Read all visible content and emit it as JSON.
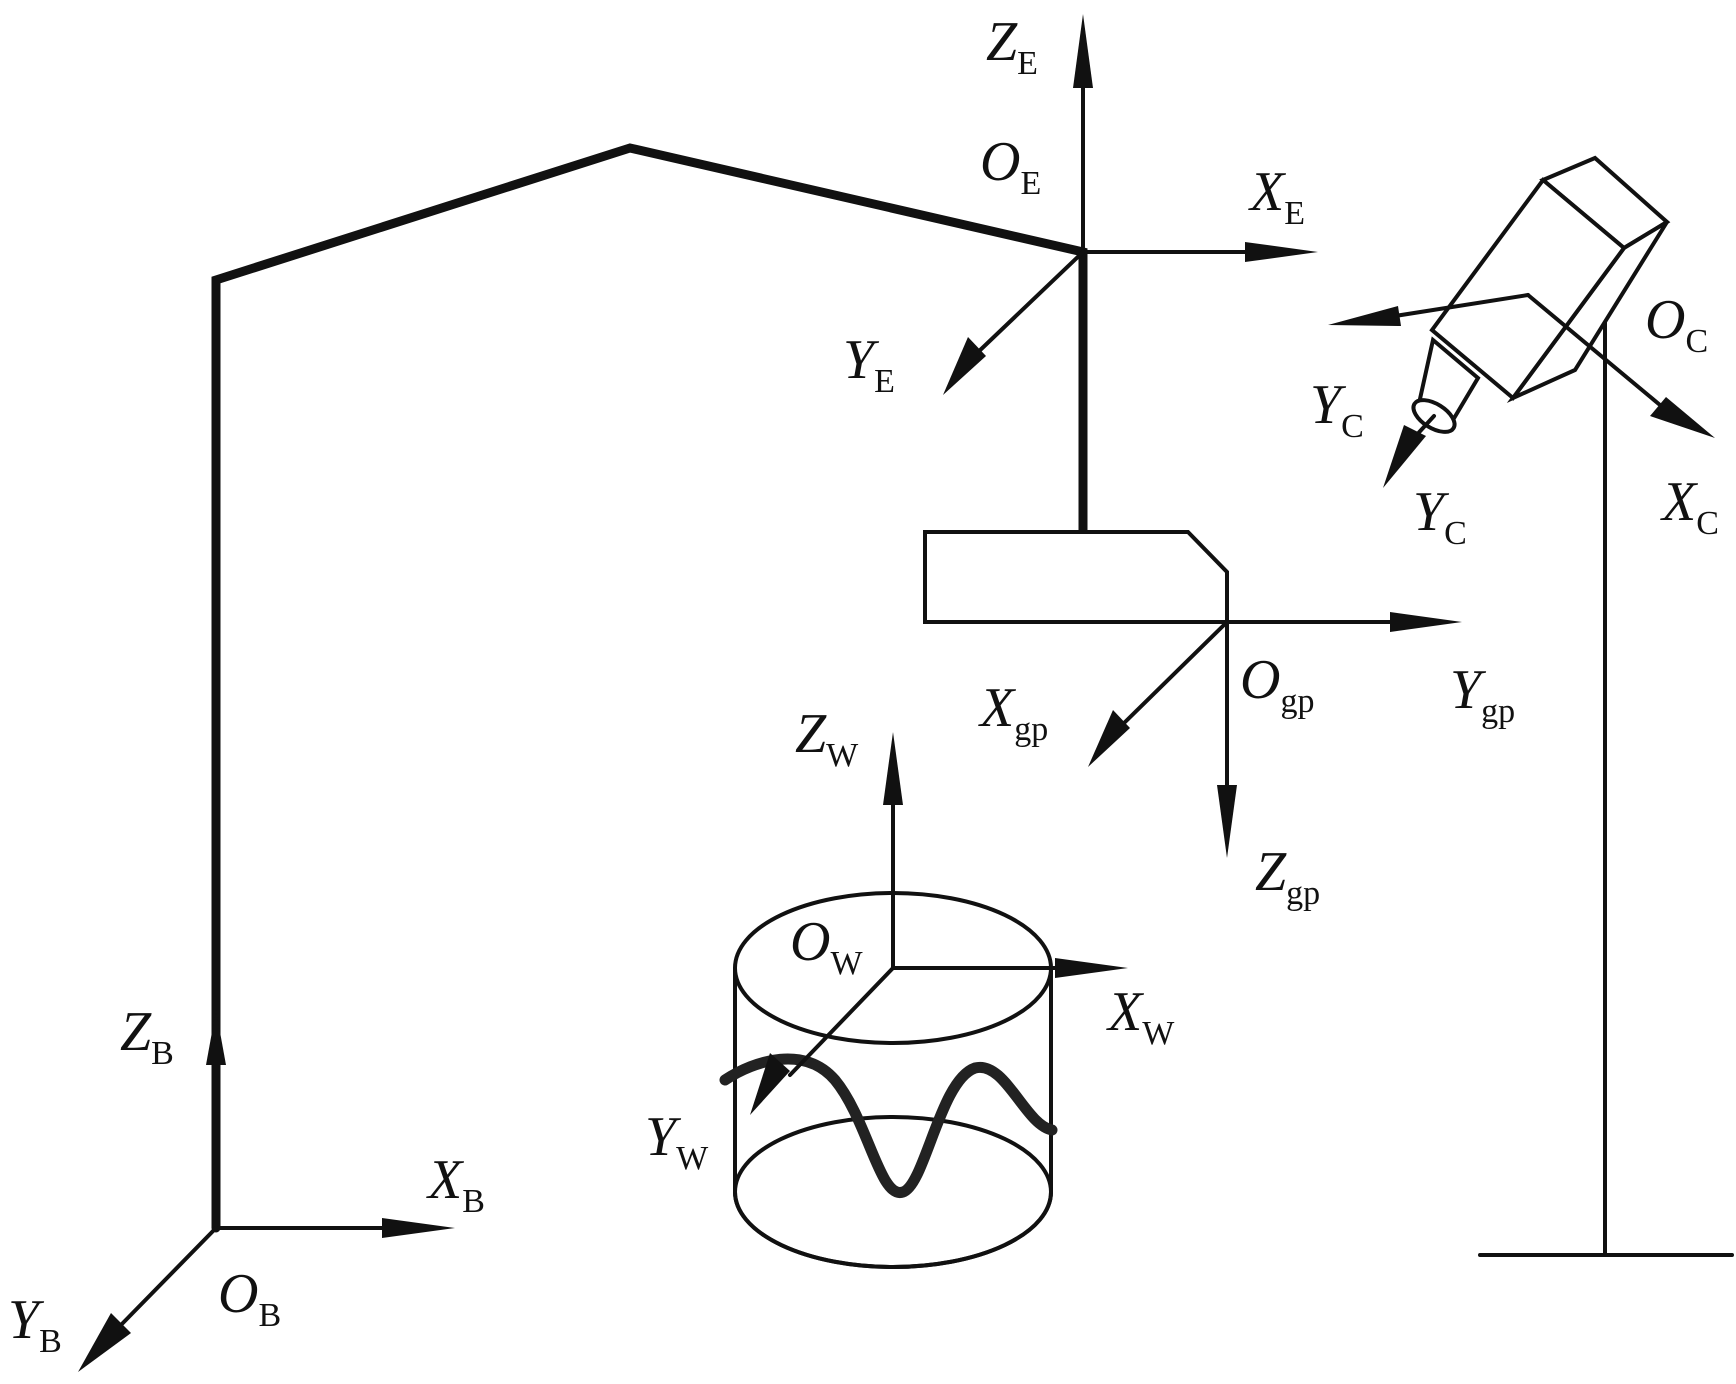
{
  "frames": {
    "base": {
      "axis_x": "X",
      "axis_y": "Y",
      "axis_z": "Z",
      "origin": "O",
      "subscript": "B"
    },
    "end": {
      "axis_x": "X",
      "axis_y": "Y",
      "axis_z": "Z",
      "origin": "O",
      "subscript": "E"
    },
    "gripper": {
      "axis_x": "X",
      "axis_y": "Y",
      "axis_z": "Z",
      "origin": "O",
      "subscript": "gp"
    },
    "work": {
      "axis_x": "X",
      "axis_y": "Y",
      "axis_z": "Z",
      "origin": "O",
      "subscript": "W"
    },
    "camera": {
      "axis_x": "X",
      "axis_y": "Y",
      "axis_z": "Y",
      "origin": "O",
      "subscript": "C"
    }
  }
}
